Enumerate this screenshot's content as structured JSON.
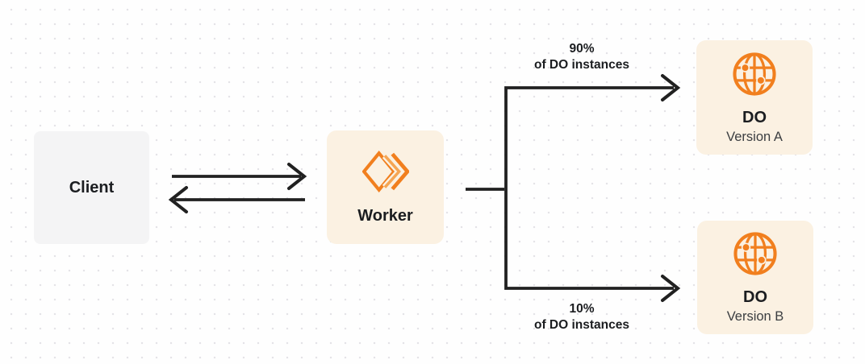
{
  "nodes": {
    "client": {
      "label": "Client"
    },
    "worker": {
      "label": "Worker",
      "icon": "workers-icon"
    },
    "do_a": {
      "title": "DO",
      "subtitle": "Version A",
      "icon": "durable-objects-globe-icon"
    },
    "do_b": {
      "title": "DO",
      "subtitle": "Version B",
      "icon": "durable-objects-globe-icon"
    }
  },
  "edges": {
    "top": {
      "percent": "90%",
      "caption": "of DO instances"
    },
    "bottom": {
      "percent": "10%",
      "caption": "of DO instances"
    }
  },
  "colors": {
    "accent": "#F17F1E",
    "accent_light": "#F5A553",
    "node_cream": "#FBF1E2",
    "node_gray": "#F4F4F5",
    "line": "#212121",
    "text": "#1B1D20",
    "subtext": "#3B3E41",
    "dot": "#E4E3E7",
    "background": "#FEFEFE"
  }
}
